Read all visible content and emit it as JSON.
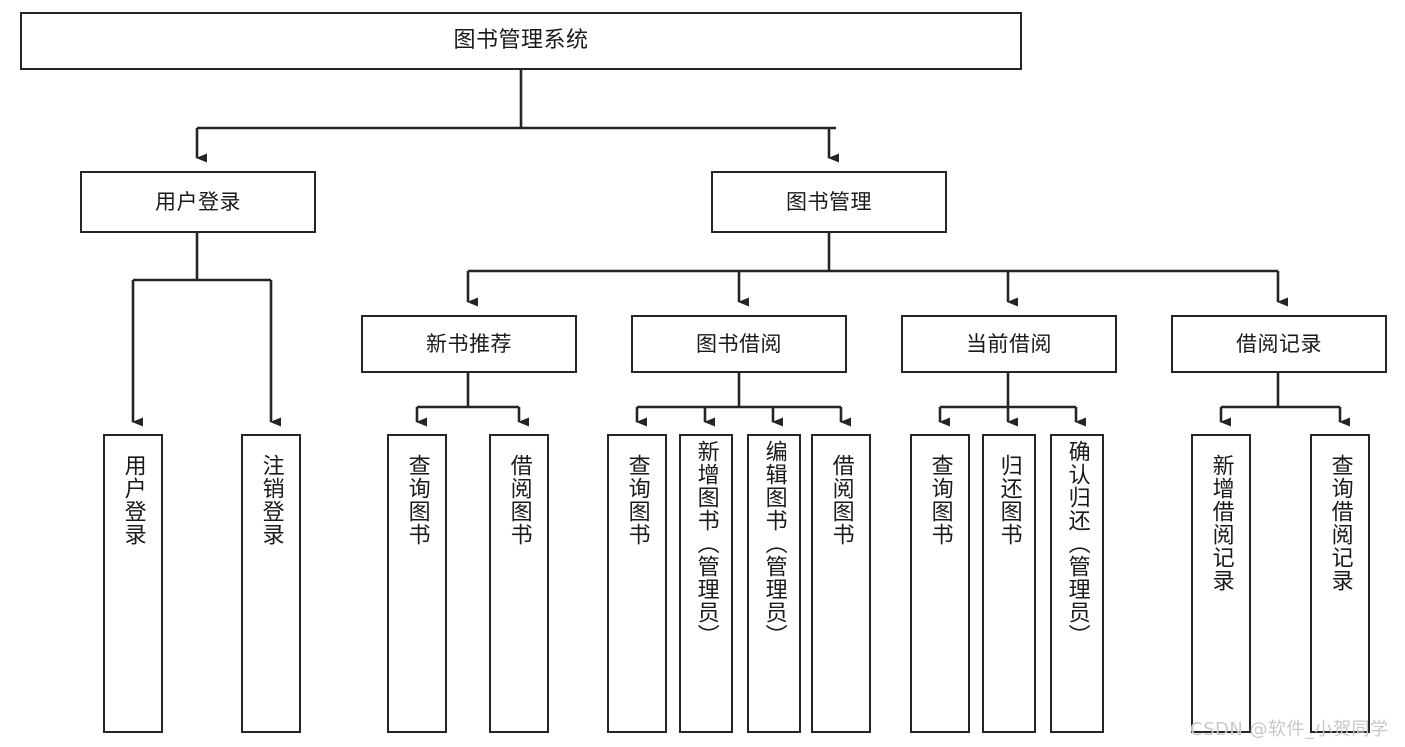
{
  "diagram": {
    "title": "图书管理系统",
    "watermark": "CSDN @软件_小贺同学",
    "stroke_color": "#252525",
    "background_color": "#ffffff",
    "root": {
      "label": "图书管理系统"
    },
    "level2": [
      {
        "label": "用户登录"
      },
      {
        "label": "图书管理"
      }
    ],
    "level3": [
      {
        "label": "新书推荐"
      },
      {
        "label": "图书借阅"
      },
      {
        "label": "当前借阅"
      },
      {
        "label": "借阅记录"
      }
    ],
    "leaves": [
      {
        "label": "用户登录",
        "parent": "用户登录"
      },
      {
        "label": "注销登录",
        "parent": "用户登录"
      },
      {
        "label": "查询图书",
        "parent": "新书推荐"
      },
      {
        "label": "借阅图书",
        "parent": "新书推荐"
      },
      {
        "label": "查询图书",
        "parent": "图书借阅"
      },
      {
        "label": "新增图书（管理员）",
        "parent": "图书借阅"
      },
      {
        "label": "编辑图书（管理员）",
        "parent": "图书借阅"
      },
      {
        "label": "借阅图书",
        "parent": "图书借阅"
      },
      {
        "label": "查询图书",
        "parent": "当前借阅"
      },
      {
        "label": "归还图书",
        "parent": "当前借阅"
      },
      {
        "label": "确认归还（管理员）",
        "parent": "当前借阅"
      },
      {
        "label": "新增借阅记录",
        "parent": "借阅记录"
      },
      {
        "label": "查询借阅记录",
        "parent": "借阅记录"
      }
    ]
  }
}
